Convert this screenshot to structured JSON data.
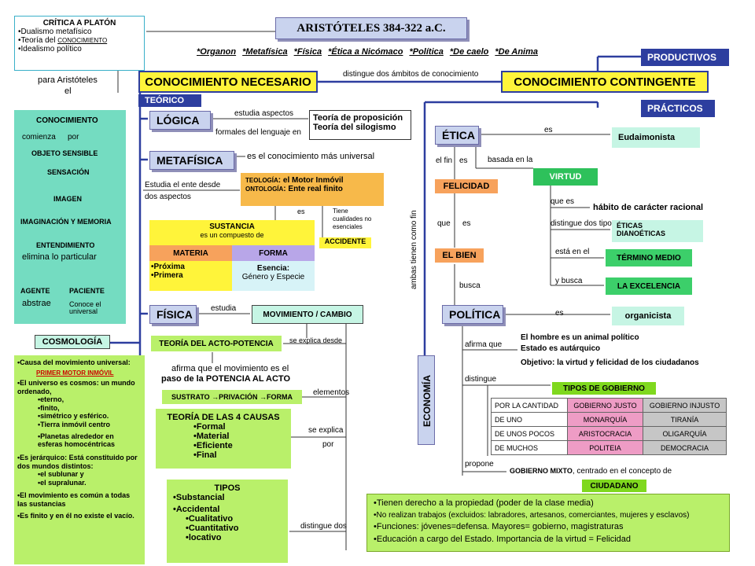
{
  "title": "ARISTÓTELES 384-322 a.C.",
  "works": [
    "*Organon",
    "*Metafísica",
    "*Física",
    "*Ética a Nicómaco",
    "*Política",
    "*De caelo",
    "*De Anima"
  ],
  "critique": {
    "title": "CRÍTICA A PLATÓN",
    "items": [
      "•Dualismo metafísico",
      "•Teoría del ",
      "CONOCIMIENTO",
      "•Idealismo político"
    ]
  },
  "para": [
    "para Aristóteles",
    "el"
  ],
  "necesario": "CONOCIMIENTO NECESARIO",
  "contingente": "CONOCIMIENTO CONTINGENTE",
  "distingue": "distingue dos  ámbitos de conocimiento",
  "teorico": "TEÓRICO",
  "productivos": "PRODUCTIVOS",
  "practicos": "PRÁCTICOS",
  "conocimiento_box": {
    "title": "CONOCIMIENTO",
    "comienza": "comienza",
    "por": "por",
    "steps": [
      "OBJETO SENSIBLE",
      "SENSACIÓN",
      "IMAGEN",
      "IMAGINACIÓN Y MEMORIA",
      "ENTENDIMIENTO"
    ],
    "elimina": "elimina lo particular",
    "agente": "AGENTE",
    "paciente": "PACIENTE",
    "abstrae": "abstrae",
    "conoce": [
      "Conoce el",
      "universal"
    ]
  },
  "logica": {
    "label": "LÓGICA",
    "estudia": "estudia aspectos",
    "formales": "formales del lenguaje en",
    "teorias": [
      "Teoría de proposición",
      "Teoría del silogismo"
    ]
  },
  "metafisica": {
    "label": "METAFÍSICA",
    "es_el": "es el conocimiento más universal",
    "estudia_ente": [
      "Estudia el ente desde",
      "dos aspectos"
    ],
    "teologia": "TEOLOGÍA",
    "teologia_rest": ": el Motor Inmóvil",
    "ontologia": "ONTOLOGÍA",
    "ontologia_rest": ": Ente real finito",
    "es": "es",
    "tiene": [
      "Tiene",
      "cualidades no",
      "esenciales"
    ],
    "accidente": "ACCIDENTE",
    "sustancia": "SUSTANCIA",
    "compuesto": "es un compuesto de",
    "materia": "MATERIA",
    "forma": "FORMA",
    "materia_items": [
      "•Próxima",
      "•Primera"
    ],
    "esencia": [
      "Esencia:",
      "Género y Especie"
    ]
  },
  "fisica": {
    "label": "FÍSICA",
    "estudia": "estudia",
    "movimiento": "MOVIMIENTO / CAMBIO",
    "acto_potencia": "TEORÍA DEL ACTO-POTENCIA",
    "explica_desde": "se explica desde",
    "afirma": "afirma que el movimiento es el",
    "paso": "paso de la POTENCIA AL ACTO",
    "elementos": "elementos",
    "sustrato": "SUSTRATO →PRIVACIÓN →FORMA",
    "causas_title": "TEORÍA DE LAS 4 CAUSAS",
    "causas": [
      "•Formal",
      "•Material",
      "•Eficiente",
      "•Final"
    ],
    "se_explica": "se explica",
    "por": "por",
    "distingue_dos": "distingue dos",
    "tipos_title": "TIPOS",
    "tipos": [
      "•Substancial",
      "•Accidental"
    ],
    "accidental_sub": [
      "•Cualitativo",
      "•Cuantitativo",
      "•locativo"
    ]
  },
  "cosmologia": {
    "label": "COSMOLOGÍA",
    "causa": "•Causa del movimiento universal:",
    "primer": "PRIMER MOTOR INMÓVIL",
    "universo": [
      "•El universo es cosmos: un mundo",
      "ordenado,"
    ],
    "props": [
      "•eterno,",
      "•finito,",
      "•simétrico y esférico.",
      "•Tierra inmóvil centro"
    ],
    "planetas": [
      "•Planetas alrededor en",
      "esferas homocéntricas"
    ],
    "jerarquico": [
      "•Es jerárquico: Está constituido por",
      "dos mundos distintos:"
    ],
    "mundos": [
      "•el sublunar y",
      "•el supralunar."
    ],
    "movimiento": [
      "•El movimiento es común a todas",
      "las sustancias"
    ],
    "finito": "•Es finito y en él no existe el vacío."
  },
  "etica": {
    "label": "ÉTICA",
    "es": "es",
    "eudaimonista": "Eudaimonista",
    "el_fin": "el fin",
    "es2": "es",
    "basada": "basada en la",
    "felicidad": "FELICIDAD",
    "virtud": "VIRTUD",
    "que_es": "que es",
    "habito": "hábito de carácter racional",
    "distingue_tipos": "distingue dos tipos",
    "dianoeticas": [
      "ÉTICAS",
      "DIANOÉTICAS"
    ],
    "esta_en": "está en el",
    "termino": "TÉRMINO MEDIO",
    "y_busca": "y busca",
    "excelencia": "LA EXCELENCIA",
    "que": "que",
    "es3": "es",
    "bien": "EL BIEN",
    "busca": "busca",
    "ambas": "ambas tienen como fin"
  },
  "politica": {
    "label": "POLÍTICA",
    "es": "es",
    "organicista": "organicista",
    "economia": "ECONOMÍA",
    "afirma": "afirma que",
    "affirmations": [
      "El hombre es un animal político",
      "Estado es autárquico",
      "Objetivo: la virtud y felicidad de los ciudadanos"
    ],
    "distingue": "distingue",
    "tipos_gobierno": "TIPOS DE GOBIERNO",
    "gov_table": [
      [
        "POR LA CANTIDAD",
        "GOBIERNO JUSTO",
        "GOBIERNO INJUSTO"
      ],
      [
        "DE UNO",
        "MONARQUÍA",
        "TIRANÍA"
      ],
      [
        "DE UNOS POCOS",
        "ARISTOCRACIA",
        "OLIGARQUÍA"
      ],
      [
        "DE MUCHOS",
        "POLITEIA",
        "DEMOCRACIA"
      ]
    ],
    "propone": "propone",
    "gobierno_mixto": "GOBIERNO MIXTO",
    "centrado": ", centrado en el concepto de",
    "ciudadano": "CIUDADANO",
    "ciudadano_items": [
      "•Tienen derecho a la propiedad (poder de la clase media)",
      "•No realizan trabajos (excluidos: labradores, artesanos, comerciantes, mujeres y esclavos)",
      "•Funciones: jóvenes=defensa. Mayores= gobierno, magistraturas",
      "•Educación a cargo del Estado. Importancia de la virtud = Felicidad"
    ]
  },
  "colors": {
    "navy": "#2d3e9f",
    "yellow": "#fff43a",
    "teal": "#74dcc1",
    "lightgreen": "#b9f06a",
    "green": "#2ec15b",
    "orange": "#f7a25c"
  }
}
